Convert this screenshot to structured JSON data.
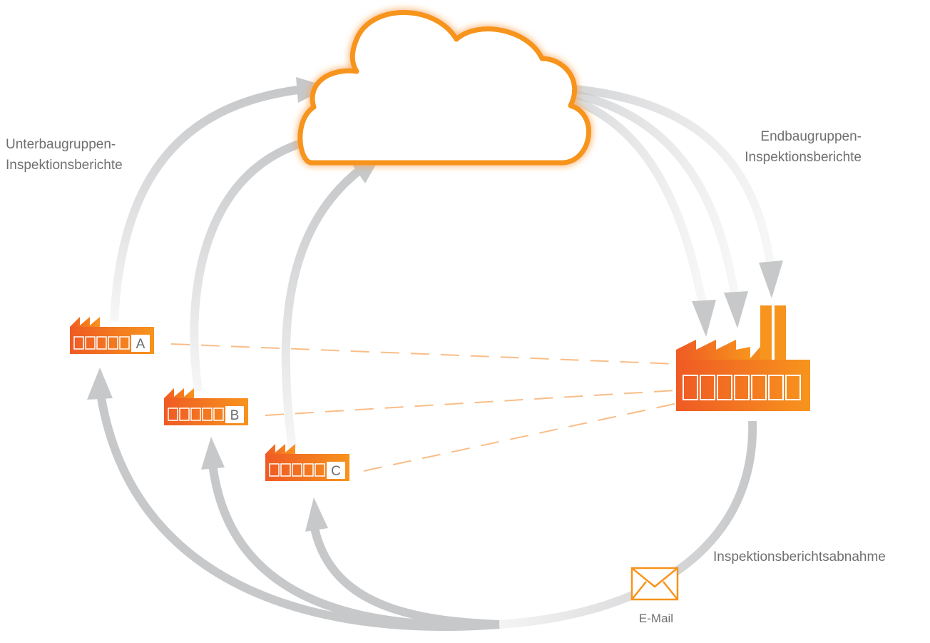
{
  "labels": {
    "sub_reports_line1": "Unterbaugruppen-",
    "sub_reports_line2": "Inspektionsberichte",
    "final_reports_line1": "Endbaugruppen-",
    "final_reports_line2": "Inspektionsberichte",
    "acceptance": "Inspektionsberichtsabnahme",
    "email": "E-Mail"
  },
  "suppliers": [
    {
      "id": "A",
      "label": "A"
    },
    {
      "id": "B",
      "label": "B"
    },
    {
      "id": "C",
      "label": "C"
    }
  ],
  "colors": {
    "orange": "#f7941d",
    "orange_dark": "#ef5a24",
    "arrow_gray": "#c7c8ca",
    "dashed_line": "#f9bd87",
    "text": "#6f6f6f"
  },
  "icons": {
    "cloud": "cloud-icon",
    "factory": "factory-icon",
    "email": "envelope-icon"
  }
}
